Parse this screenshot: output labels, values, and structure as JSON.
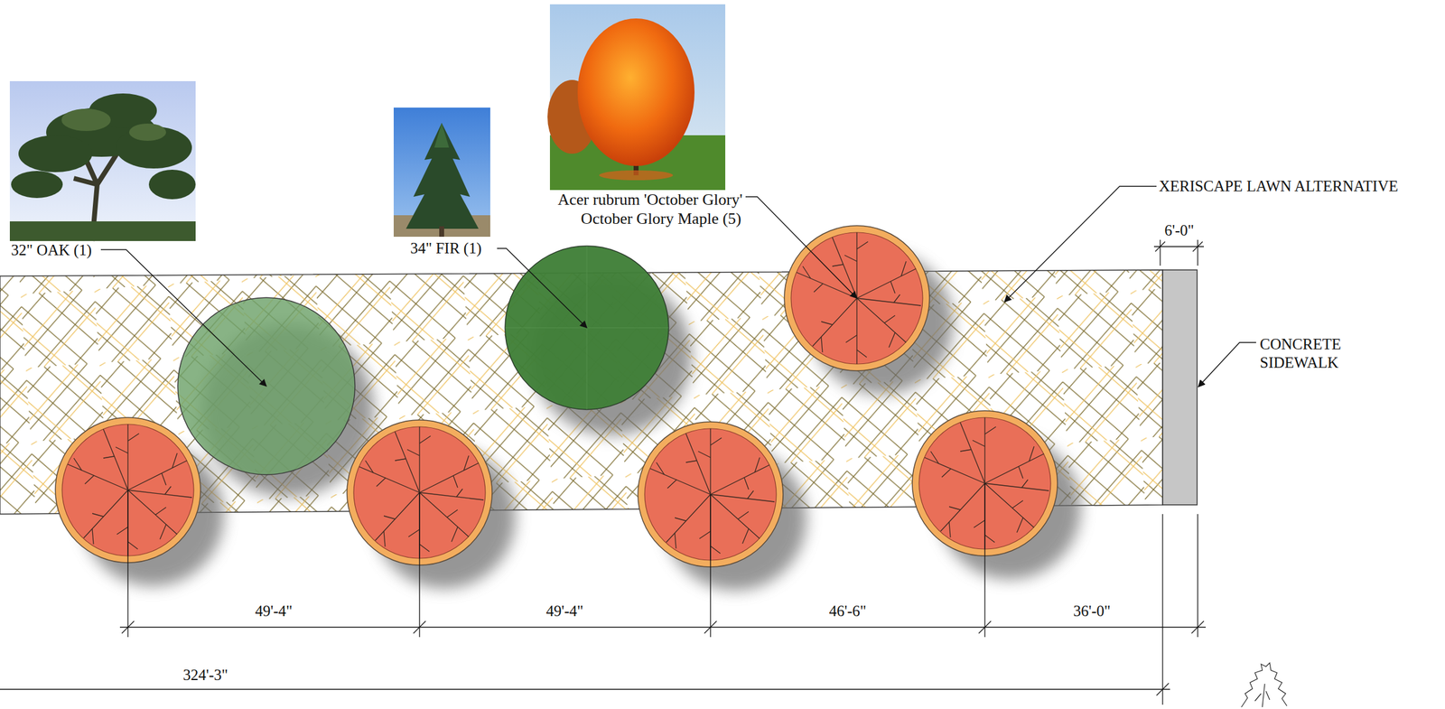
{
  "diagram": {
    "labels": [
      "32\" OAK (1)",
      "34\" FIR (1)",
      "Acer rubrum 'October Glory'",
      "October Glory Maple (5)",
      "XERISCAPE LAWN ALTERNATIVE",
      "6'-0\"",
      "CONCRETE SIDEWALK",
      "49'-4\"",
      "49'-4\"",
      "46'-6\"",
      "36'-0\"",
      "324'-3\""
    ]
  }
}
